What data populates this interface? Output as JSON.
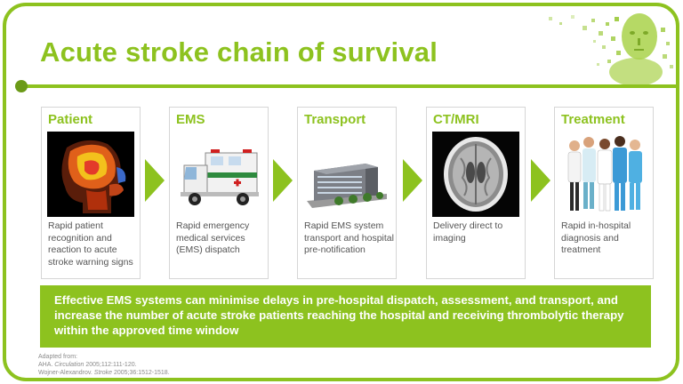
{
  "title": "Acute stroke chain of survival",
  "steps": [
    {
      "label": "Patient",
      "description": "Rapid patient recognition and reaction to acute stroke warning signs",
      "image": "brain-scan-head-image"
    },
    {
      "label": "EMS",
      "description": "Rapid emergency medical services (EMS) dispatch",
      "image": "ambulance-image"
    },
    {
      "label": "Transport",
      "description": "Rapid EMS system transport and hospital pre-notification",
      "image": "hospital-building-image"
    },
    {
      "label": "CT/MRI",
      "description": "Delivery direct to imaging",
      "image": "ct-brain-image"
    },
    {
      "label": "Treatment",
      "description": "Rapid in-hospital diagnosis and treatment",
      "image": "medical-team-image"
    }
  ],
  "banner": "Effective EMS systems can minimise delays in pre-hospital dispatch, assessment, and transport, and increase the number of acute stroke patients reaching the hospital and receiving thrombolytic therapy within the approved time window",
  "references": {
    "heading": "Adapted from:",
    "items": [
      {
        "authors": "AHA.",
        "journal": "Circulation",
        "citation": "2005;112:111-120."
      },
      {
        "authors": "Wojner-Alexandrov.",
        "journal": "Stroke",
        "citation": "2005;36:1512-1518."
      }
    ]
  },
  "colors": {
    "accent": "#8dc21f",
    "accent_dark": "#6b9a17",
    "text": "#555555",
    "border": "#d6d6d6"
  }
}
